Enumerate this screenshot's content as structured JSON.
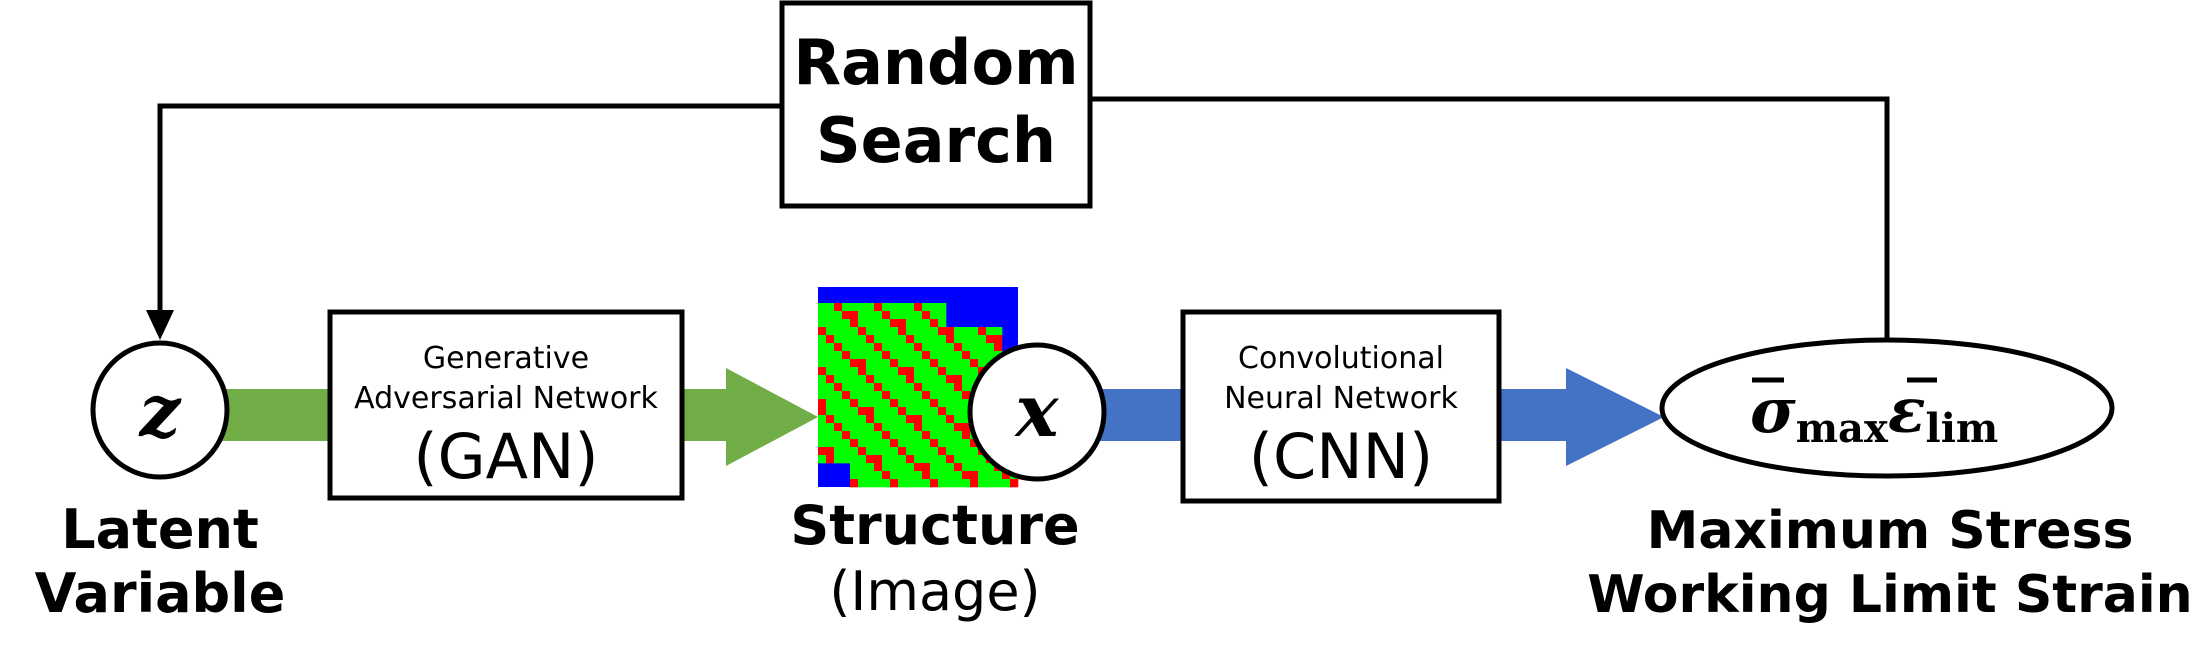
{
  "colors": {
    "green_arrow": "#70ad47",
    "blue_arrow": "#4472c4",
    "line": "#000000",
    "structure_blue": "#0000ff",
    "structure_green": "#00ff00",
    "structure_red": "#ff0000"
  },
  "random_search": {
    "line1": "Random",
    "line2": "Search"
  },
  "latent": {
    "symbol": "z",
    "label_line1": "Latent",
    "label_line2": "Variable"
  },
  "gan": {
    "line1": "Generative",
    "line2": "Adversarial Network",
    "abbr": "(GAN)"
  },
  "structure": {
    "symbol": "x",
    "label_line1": "Structure",
    "label_line2": "(Image)"
  },
  "cnn": {
    "line1": "Convolutional",
    "line2": "Neural Network",
    "abbr": "(CNN)"
  },
  "output": {
    "sigma": "σ",
    "sigma_sub": "max",
    "epsilon": "ε",
    "epsilon_sub": "lim",
    "label_line1": "Maximum Stress",
    "label_line2": "Working Limit Strain"
  }
}
